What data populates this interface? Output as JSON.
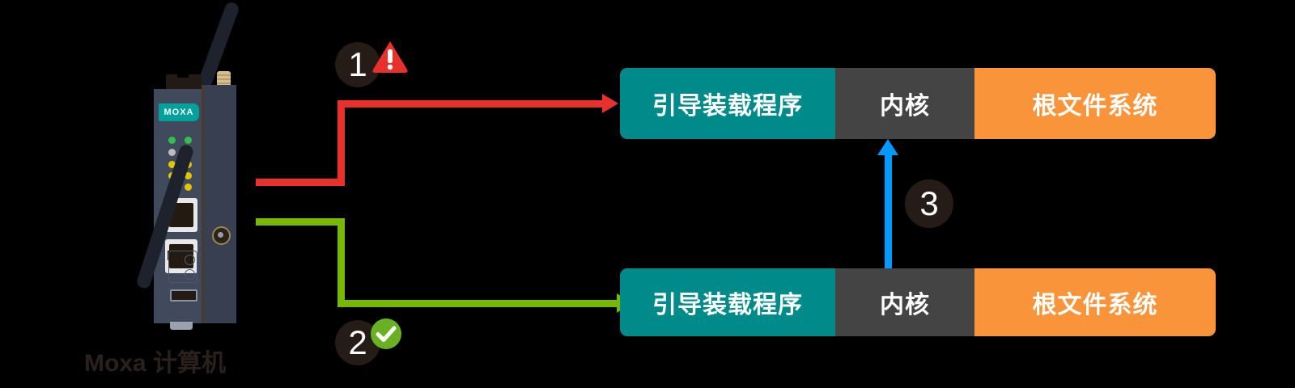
{
  "diagram": {
    "title": "Moxa computer firmware boot diagram",
    "device": {
      "label": "Moxa 计算机",
      "brand": "MOXA",
      "brand_badge_color": "#00a19a",
      "body_color": "#414a5c"
    },
    "stacks": [
      {
        "id": "stack-top",
        "segments": [
          {
            "label": "引导装载程序",
            "role": "bootloader",
            "color": "#008b8b"
          },
          {
            "label": "内核",
            "role": "kernel",
            "color": "#444444"
          },
          {
            "label": "根文件系统",
            "role": "rootfs",
            "color": "#f9943b"
          }
        ]
      },
      {
        "id": "stack-bottom",
        "segments": [
          {
            "label": "引导装载程序",
            "role": "bootloader",
            "color": "#008b8b"
          },
          {
            "label": "内核",
            "role": "kernel",
            "color": "#444444"
          },
          {
            "label": "根文件系统",
            "role": "rootfs",
            "color": "#f9943b"
          }
        ]
      }
    ],
    "steps": [
      {
        "number": "1",
        "status": "warning",
        "status_icon": "warning-triangle-icon",
        "color": "#e8312a",
        "connector_color": "#e8312a"
      },
      {
        "number": "2",
        "status": "ok",
        "status_icon": "check-circle-icon",
        "color": "#6ab023",
        "connector_color": "#76b900"
      },
      {
        "number": "3",
        "status": "neutral",
        "status_icon": "",
        "color": "#0099ff",
        "connector_color": "#0099ff"
      }
    ],
    "colors": {
      "background": "#000000",
      "badge": "#251b17",
      "teal": "#008b8b",
      "gray": "#444444",
      "orange": "#f9943b",
      "red": "#e8312a",
      "green": "#76b900",
      "blue": "#0099ff"
    }
  }
}
